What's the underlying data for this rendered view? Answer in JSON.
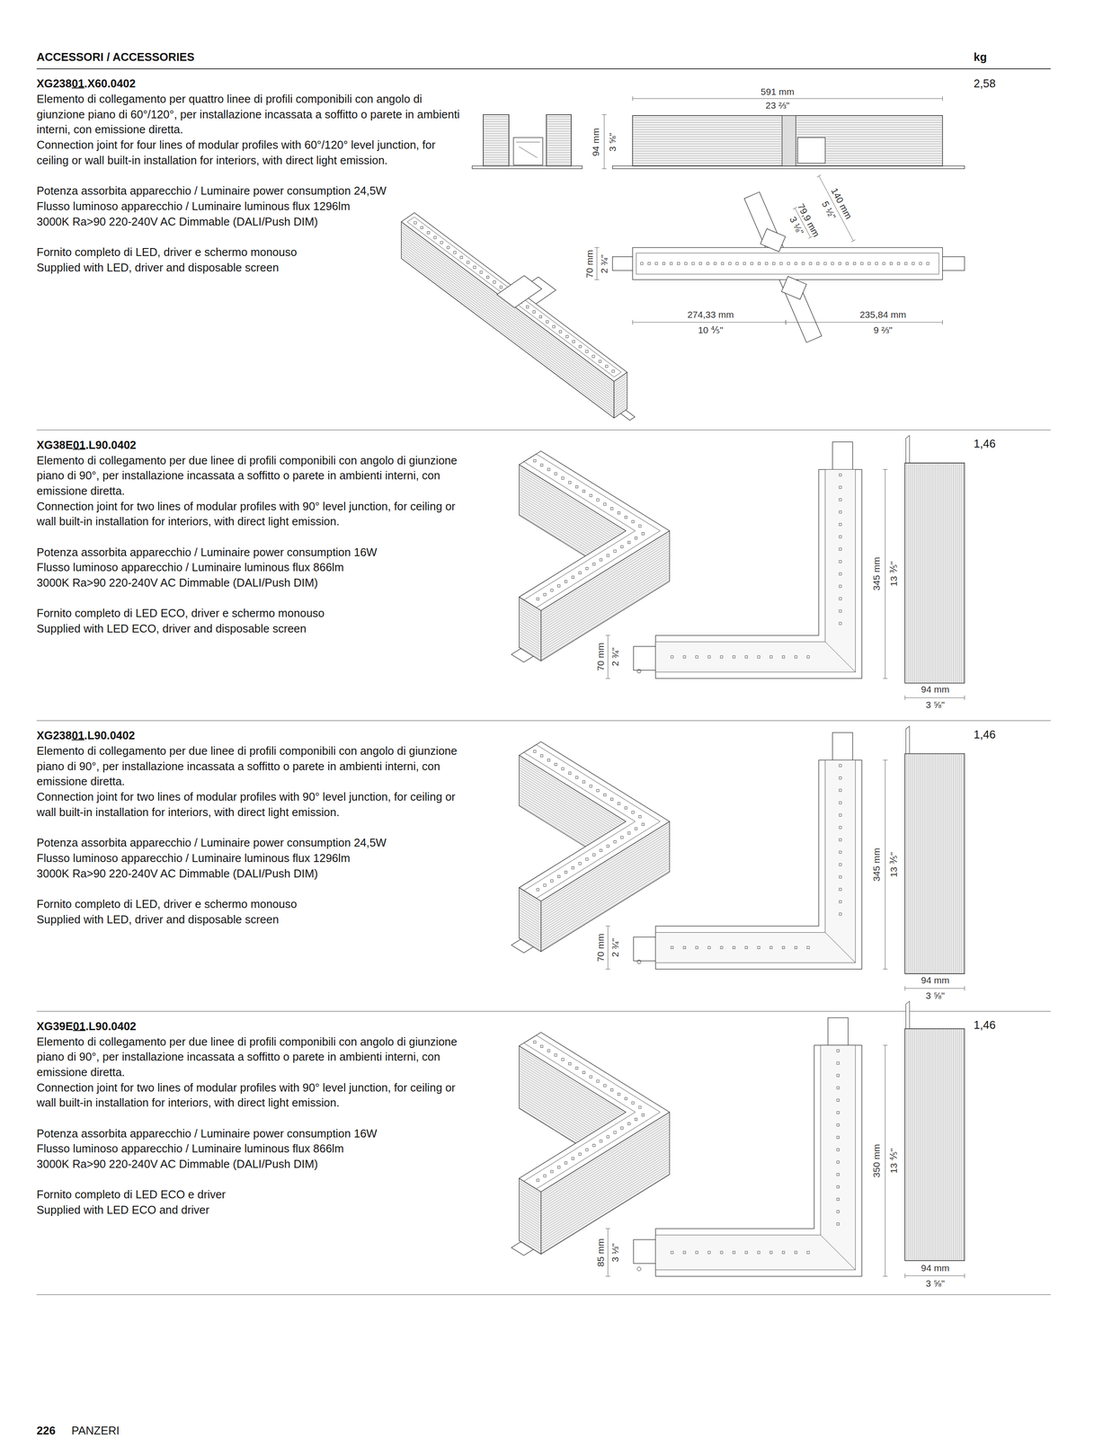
{
  "diagram": {
    "title": "ACCESSORI / ACCESSORIES",
    "labels": [
      "kg",
      "XG23801.X60.0402",
      "Elemento di collegamento per quattro linee di profili componibili con angolo di giunzione piano di 60°/120°, per installazione incassata a soffitto o parete in ambienti interni, con emissione diretta.",
      "Connection joint for four lines of modular profiles with 60°/120° level junction, for ceiling or wall built-in installation for interiors, with direct light emission.",
      "Potenza assorbita apparecchio / Luminaire power consumption 24,5W",
      "Flusso luminoso apparecchio / Luminaire luminous flux 1296lm",
      "3000K Ra>90 220-240V AC Dimmable (DALI/Push DIM)",
      "Fornito completo di LED, driver e schermo monouso",
      "Supplied with LED, driver and disposable screen",
      "2,58",
      "591 mm",
      "23 ⅔\"",
      "94 mm",
      "3 ⅝\"",
      "140 mm",
      "5 ½\"",
      "79,9 mm",
      "3 ⅛\"",
      "70 mm",
      "2 ¾\"",
      "274,33 mm",
      "10 ⅘\"",
      "235,84 mm",
      "9 ⅔\"",
      "XG38E01.L90.0402",
      "Elemento di collegamento per due linee di profili componibili con angolo di giunzione piano di 90°, per installazione incassata a soffitto o parete in ambienti interni, con emissione diretta.",
      "Connection joint for two lines of modular profiles with 90° level junction, for ceiling or wall built-in installation for interiors, with direct light emission.",
      "Potenza assorbita apparecchio / Luminaire power consumption 16W",
      "Flusso luminoso apparecchio / Luminaire luminous flux 866lm",
      "3000K Ra>90 220-240V AC Dimmable (DALI/Push DIM)",
      "Fornito completo di LED ECO, driver e schermo monouso",
      "Supplied with LED ECO, driver and disposable screen",
      "1,46",
      "345 mm",
      "13 ⅗\"",
      "70 mm",
      "2 ¾\"",
      "94 mm",
      "3 ⅝\"",
      "XG23801.L90.0402",
      "Elemento di collegamento per due linee di profili componibili con angolo di giunzione piano di 90°, per installazione incassata a soffitto o parete in ambienti interni, con emissione diretta.",
      "Connection joint for two lines of modular profiles with 90° level junction, for ceiling or wall built-in installation for interiors, with direct light emission.",
      "Potenza assorbita apparecchio / Luminaire power consumption 24,5W",
      "Flusso luminoso apparecchio / Luminaire luminous flux 1296lm",
      "3000K Ra>90 220-240V AC Dimmable (DALI/Push DIM)",
      "Fornito completo di LED, driver e schermo monouso",
      "Supplied with LED, driver and disposable screen",
      "1,46",
      "345 mm",
      "13 ⅗\"",
      "70 mm",
      "2 ¾\"",
      "94 mm",
      "3 ⅝\"",
      "XG39E01.L90.0402",
      "Elemento di collegamento per due linee di profili componibili con angolo di giunzione piano di 90°, per installazione incassata a soffitto o parete in ambienti interni, con emissione diretta.",
      "Connection joint for two lines of modular profiles with 90° level junction, for ceiling or wall built-in installation for interiors, with direct light emission.",
      "Potenza assorbita apparecchio / Luminaire power consumption 16W",
      "Flusso luminoso apparecchio / Luminaire luminous flux 866lm",
      "3000K Ra>90 220-240V AC Dimmable (DALI/Push DIM)",
      "Fornito completo di LED ECO e driver",
      "Supplied with LED ECO and driver",
      "1,46",
      "350 mm",
      "13 ⅘\"",
      "85 mm",
      "3 ⅓\"",
      "94 mm",
      "3 ⅝\"",
      "226",
      "PANZERI"
    ]
  }
}
